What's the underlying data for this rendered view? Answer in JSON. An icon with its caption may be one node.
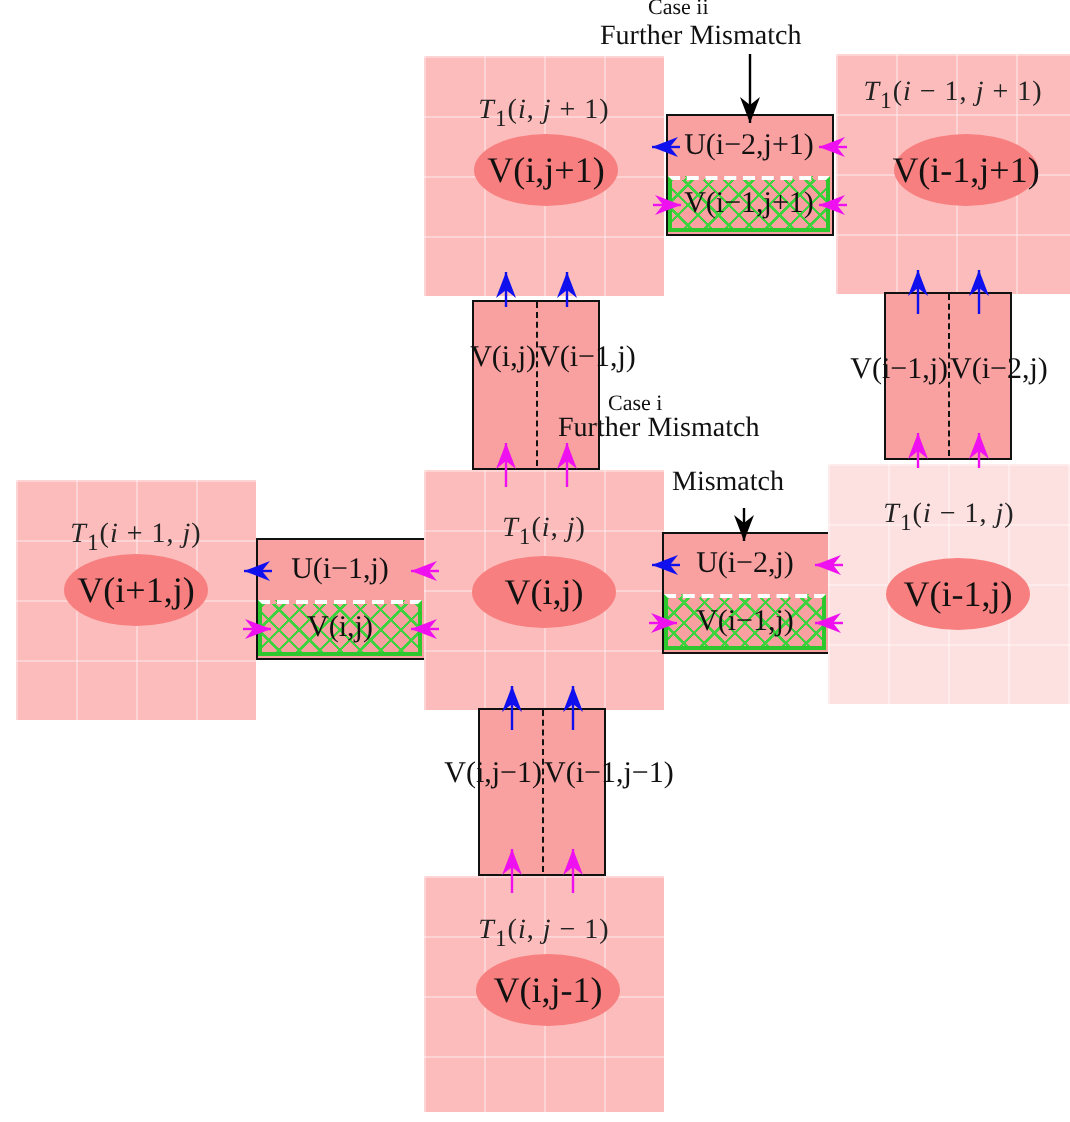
{
  "diagram": {
    "nodes": [
      {
        "text": [
          "*T*$_{1}$(*i*, *j* + 1)"
        ]
      },
      {
        "text": [
          "V(i,j+1)"
        ],
        "in": 0
      },
      {
        "text": [],
        "shape": "box"
      },
      {
        "text": [
          "U(i−2,j+1)"
        ],
        "in": 2
      },
      {
        "text": [
          "V(i−1,j+1)"
        ],
        "in": 2
      },
      {
        "text": [
          "*T*$_{1}$(*i* − 1, *j* + 1)"
        ]
      },
      {
        "text": [
          "V(i-1,j+1)"
        ],
        "in": 5
      },
      {
        "text": [],
        "shape": "box"
      },
      {
        "text": [
          "V(i,j)"
        ],
        "in": 7
      },
      {
        "text": [
          "V(i−1,j)"
        ],
        "in": 7
      },
      {
        "text": [],
        "shape": "box"
      },
      {
        "text": [
          "V(i−1,j)"
        ],
        "in": 10
      },
      {
        "text": [
          "V(i−2,j)"
        ],
        "in": 10
      },
      {
        "text": [
          "*T*$_{1}$(*i* + 1, *j*)"
        ]
      },
      {
        "text": [
          "V(i+1,j)"
        ],
        "in": 13
      },
      {
        "text": [],
        "shape": "box"
      },
      {
        "text": [
          "U(i−1,j)"
        ],
        "in": 15
      },
      {
        "text": [
          "V(i,j)"
        ],
        "in": 15
      },
      {
        "text": [
          "*T*$_{1}$(*i*, *j*)"
        ]
      },
      {
        "text": [
          "V(i,j)"
        ],
        "in": 18
      },
      {
        "text": [],
        "shape": "box"
      },
      {
        "text": [
          "U(i−2,j)"
        ],
        "in": 20
      },
      {
        "text": [
          "V(i−1,j)"
        ],
        "in": 20
      },
      {
        "text": [
          "*T*$_{1}$(*i* − 1, *j*)"
        ]
      },
      {
        "text": [
          "V(i-1,j)"
        ],
        "in": 23
      },
      {
        "text": [],
        "shape": "box"
      },
      {
        "text": [
          "V(i,j−1)"
        ],
        "in": 25
      },
      {
        "text": [
          "V(i−1,j−1)"
        ],
        "in": 25
      },
      {
        "text": [
          "*T*$_{1}$(*i*, *j* − 1)"
        ]
      },
      {
        "text": [
          "V(i,j-1)"
        ],
        "in": 28
      },
      {
        "text": [
          "Mismatch"
        ]
      },
      {
        "text": [
          "Case ii",
          "Further Mismatch"
        ]
      }
    ],
    "edges": [
      {
        "from": 30,
        "to": 21,
        "arrow": "to",
        "color": "#000000"
      },
      {
        "from": 31,
        "to": 3,
        "arrow": "to",
        "color": "#000000"
      },
      {
        "from": 3,
        "to": 0,
        "arrow": "to",
        "color": "#1010ee"
      },
      {
        "from": 5,
        "to": 3,
        "arrow": "to"
      },
      {
        "from": 0,
        "to": 4,
        "arrow": "to"
      },
      {
        "from": 5,
        "to": 4,
        "arrow": "to"
      },
      {
        "from": 16,
        "to": 13,
        "arrow": "to",
        "color": "#1010ee"
      },
      {
        "from": 18,
        "to": 16,
        "arrow": "to"
      },
      {
        "from": 13,
        "to": 17,
        "arrow": "to"
      },
      {
        "from": 18,
        "to": 17,
        "arrow": "to"
      },
      {
        "from": 21,
        "to": 18,
        "arrow": "to",
        "color": "#1010ee"
      },
      {
        "from": 23,
        "to": 21,
        "arrow": "to"
      },
      {
        "from": 18,
        "to": 22,
        "arrow": "to"
      },
      {
        "from": 23,
        "to": 22,
        "arrow": "to"
      },
      {
        "from": 8,
        "to": 0,
        "arrow": "to",
        "color": "#1010ee"
      },
      {
        "from": 9,
        "to": 0,
        "arrow": "to",
        "color": "#1010ee"
      },
      {
        "from": 18,
        "to": 8,
        "arrow": "to"
      },
      {
        "from": 18,
        "to": 9,
        "arrow": "to"
      },
      {
        "from": 11,
        "to": 5,
        "arrow": "to",
        "color": "#1010ee"
      },
      {
        "from": 12,
        "to": 5,
        "arrow": "to",
        "color": "#1010ee"
      },
      {
        "from": 23,
        "to": 11,
        "arrow": "to"
      },
      {
        "from": 23,
        "to": 12,
        "arrow": "to"
      },
      {
        "from": 26,
        "to": 18,
        "arrow": "to",
        "color": "#1010ee"
      },
      {
        "from": 27,
        "to": 18,
        "arrow": "to",
        "color": "#1010ee"
      },
      {
        "from": 28,
        "to": 26,
        "arrow": "to"
      },
      {
        "from": 28,
        "to": 27,
        "arrow": "to"
      }
    ],
    "labels": [
      "Case i",
      "Further Mismatch"
    ]
  }
}
